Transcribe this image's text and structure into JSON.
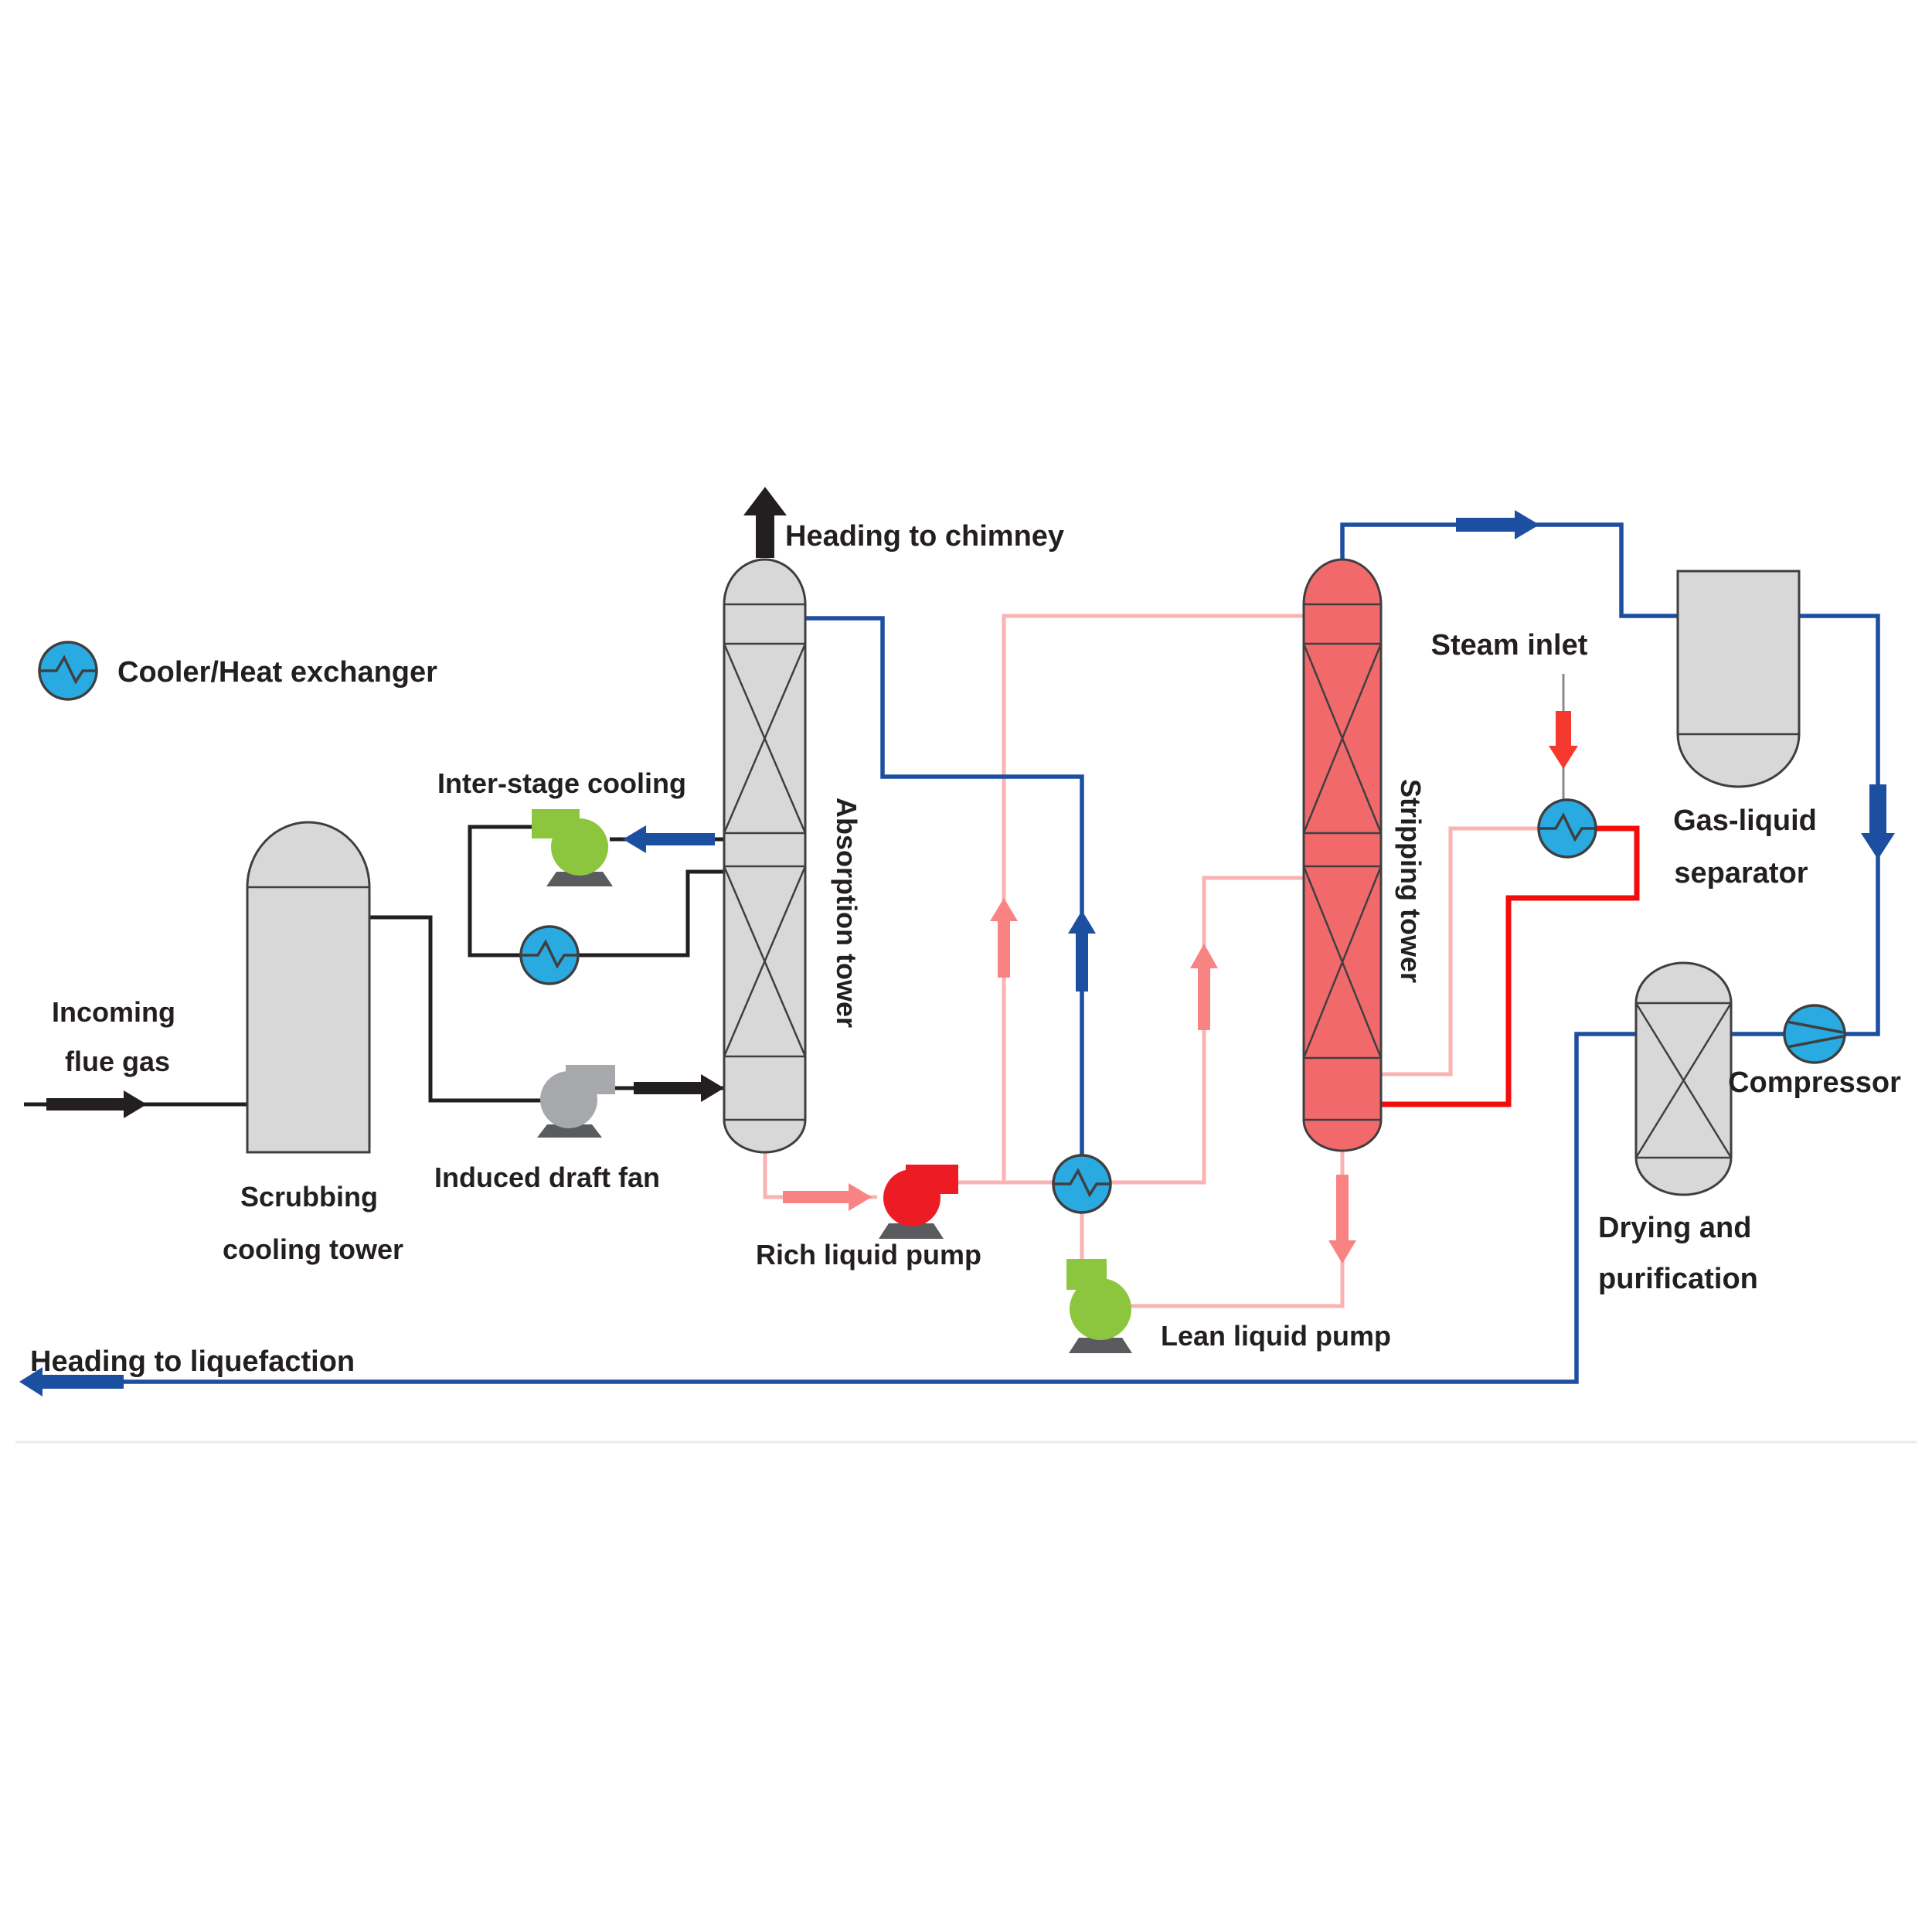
{
  "legend": {
    "heat_exchanger": "Cooler/Heat exchanger"
  },
  "labels": {
    "chimney": "Heading to chimney",
    "interstage": "Inter-stage cooling",
    "incoming_1": "Incoming",
    "incoming_2": "flue gas",
    "scrubbing_1": "Scrubbing",
    "scrubbing_2": "cooling tower",
    "induced_fan": "Induced draft fan",
    "absorption_tower": "Absorption tower",
    "rich_pump": "Rich liquid pump",
    "lean_pump": "Lean liquid pump",
    "stripping_tower": "Stripping tower",
    "steam_inlet": "Steam inlet",
    "separator_1": "Gas-liquid",
    "separator_2": "separator",
    "compressor": "Compressor",
    "dryer_1": "Drying and",
    "dryer_2": "purification",
    "liquefaction": "Heading to liquefaction"
  },
  "colors": {
    "blue": "#1d4fa1",
    "cyan": "#29abe2",
    "green": "#8cc63e",
    "red_pump": "#ed1c24",
    "red_pipe": "#f20d0d",
    "steam_red": "#f5392e",
    "pink": "#fbb2b2",
    "pink_arrow": "#f98383",
    "black": "#231f20",
    "vessel_gray": "#d8d8d8",
    "stripper_red": "#f1696b",
    "fan_gray": "#a6a8ab",
    "base_gray": "#5a5b5e",
    "outline": "#3f3f41",
    "steam_gray": "#8a8a8a",
    "text": "#231f20",
    "divider": "#ebebeb"
  }
}
